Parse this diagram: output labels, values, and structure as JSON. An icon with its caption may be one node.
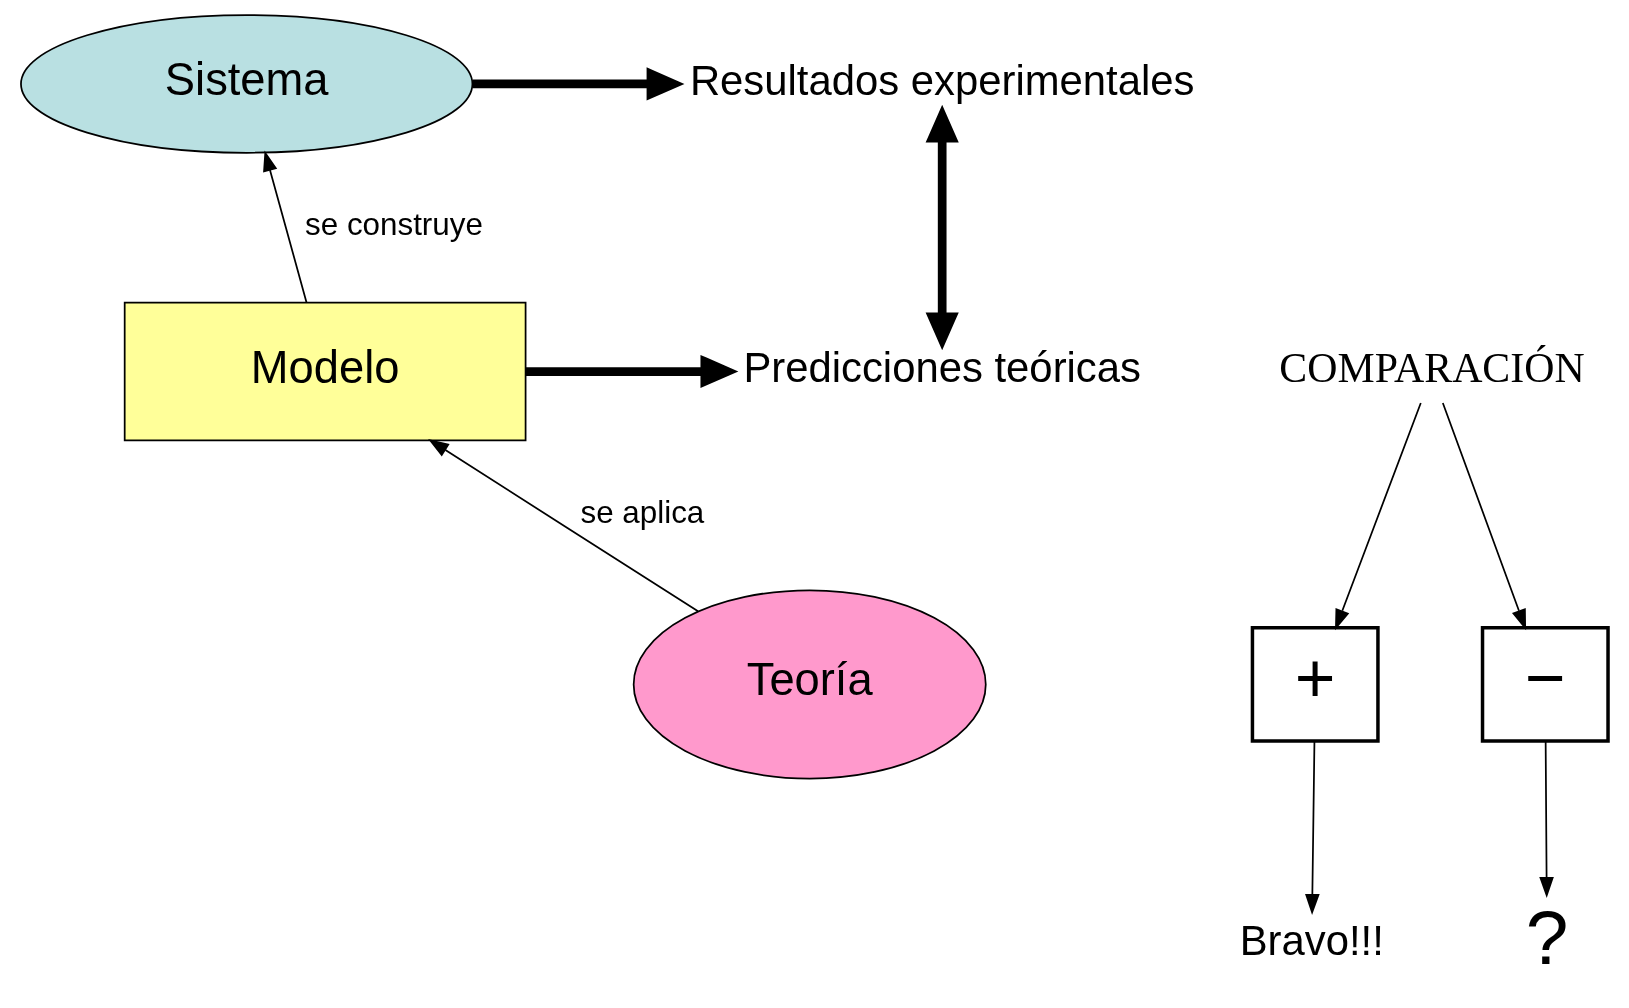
{
  "diagram": {
    "nodes": [
      {
        "text": [
          "Sistema"
        ]
      },
      {
        "text": [
          "Modelo"
        ]
      },
      {
        "text": [
          "Teoría"
        ]
      },
      {
        "text": [
          "Resultados experimentales"
        ]
      },
      {
        "text": [
          "Predicciones teóricas"
        ]
      },
      {
        "text": [
          "COMPARACIÓN"
        ]
      },
      {
        "text": [
          "+"
        ]
      },
      {
        "text": [
          "−"
        ]
      },
      {
        "text": [
          "Bravo!!!"
        ]
      },
      {
        "text": [
          "?"
        ]
      }
    ],
    "edges": [
      {
        "from": 1,
        "to": 0,
        "arrow": "to",
        "label": "se construye"
      },
      {
        "from": 2,
        "to": 1,
        "arrow": "to",
        "label": "se aplica"
      },
      {
        "from": 0,
        "to": 3,
        "arrow": "to",
        "style": "thick"
      },
      {
        "from": 1,
        "to": 4,
        "arrow": "to",
        "style": "thick"
      },
      {
        "from": 3,
        "to": 4,
        "arrow": "both",
        "style": "thick"
      },
      {
        "from": 5,
        "to": 6,
        "arrow": "to"
      },
      {
        "from": 5,
        "to": 7,
        "arrow": "to"
      },
      {
        "from": 6,
        "to": 8,
        "arrow": "to"
      },
      {
        "from": 7,
        "to": 9,
        "arrow": "to"
      }
    ]
  }
}
